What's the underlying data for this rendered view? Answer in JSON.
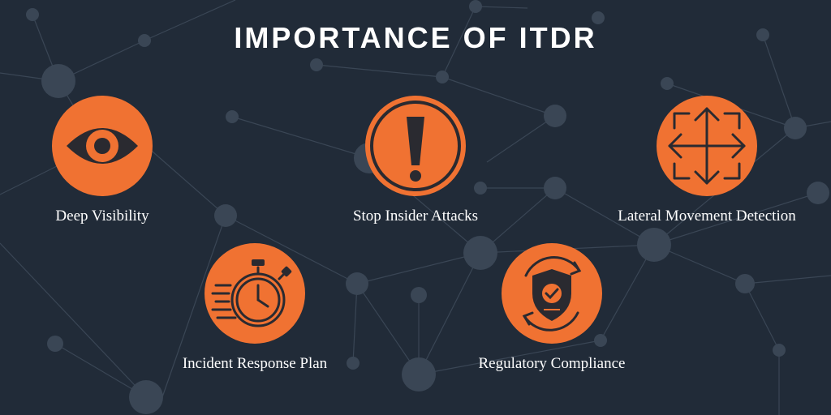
{
  "title": "IMPORTANCE OF ITDR",
  "colors": {
    "background": "#212b38",
    "accent": "#f07232",
    "icon_stroke": "#2a2a30",
    "network": "#3a4655"
  },
  "items": [
    {
      "label": "Deep Visibility",
      "icon": "eye-icon"
    },
    {
      "label": "Stop Insider Attacks",
      "icon": "exclamation-icon"
    },
    {
      "label": "Lateral Movement Detection",
      "icon": "four-way-arrows-icon"
    },
    {
      "label": "Incident Response Plan",
      "icon": "stopwatch-icon"
    },
    {
      "label": "Regulatory Compliance",
      "icon": "shield-check-icon"
    }
  ]
}
